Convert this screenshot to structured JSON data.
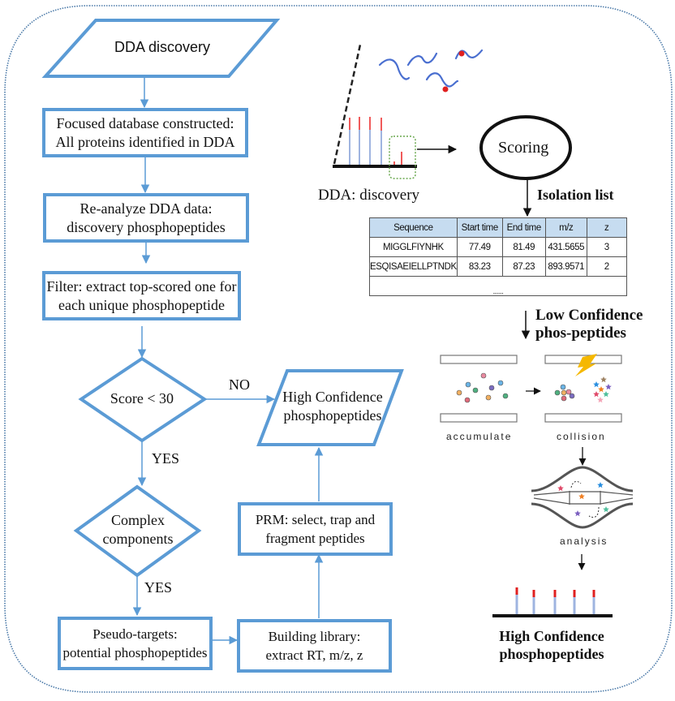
{
  "flowchart": {
    "start": "DDA discovery",
    "step1": [
      "Focused database constructed:",
      "All proteins identified in DDA"
    ],
    "step2": [
      "Re-analyze DDA data:",
      "discovery phosphopeptides"
    ],
    "step3": [
      "Filter: extract top-scored one for",
      "each unique phosphopeptide"
    ],
    "decision1": "Score < 30",
    "decision1_no": "NO",
    "decision1_yes": "YES",
    "high_conf": [
      "High Confidence",
      "phosphopeptides"
    ],
    "decision2": [
      "Complex",
      "components"
    ],
    "decision2_yes": "YES",
    "pseudo": [
      "Pseudo-targets:",
      "potential phosphopeptides"
    ],
    "library": [
      "Building library:",
      "extract RT, m/z, z"
    ],
    "prm": [
      "PRM: select, trap and",
      "fragment peptides"
    ]
  },
  "illustration": {
    "dda_label": "DDA: discovery",
    "scoring": "Scoring",
    "isolation_list": "Isolation list",
    "low_conf": [
      "Low Confidence",
      "phos-peptides"
    ],
    "accumulate": "accumulate",
    "collision": "collision",
    "analysis": "analysis",
    "high_conf": [
      "High Confidence",
      "phosphopeptides"
    ]
  },
  "isolation_table": {
    "headers": [
      "Sequence",
      "Start time",
      "End time",
      "m/z",
      "z"
    ],
    "rows": [
      [
        "MIGGLFIYNHK",
        "77.49",
        "81.49",
        "431.5655",
        "3"
      ],
      [
        "ESQISAEIELLPTNDK",
        "83.23",
        "87.23",
        "893.9571",
        "2"
      ]
    ],
    "ellipsis": "......"
  },
  "colors": {
    "flow_blue": "#5b9bd5",
    "peak_blue": "#9fb4e0",
    "peak_red": "#f05a5a",
    "phospho_red": "#e02020",
    "frame_dots": "#4a79a8",
    "table_header": "#c6dcf0"
  }
}
